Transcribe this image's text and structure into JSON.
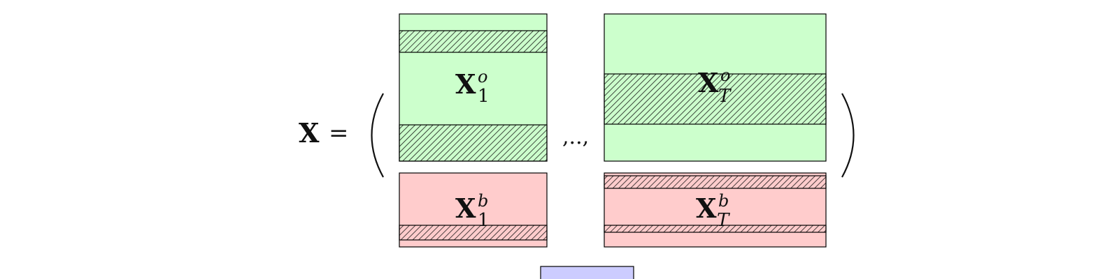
{
  "equation": {
    "lhs": "X",
    "equals": "=",
    "separator": ",..,",
    "blocks": [
      {
        "base": "X",
        "subscript": "1",
        "superscript": "o"
      },
      {
        "base": "X",
        "subscript": "T",
        "superscript": "o"
      },
      {
        "base": "X",
        "subscript": "1",
        "superscript": "b"
      },
      {
        "base": "X",
        "subscript": "T",
        "superscript": "b"
      }
    ]
  },
  "colors": {
    "observed_fill": "#ccffcc",
    "background_fill": "#ffcccc",
    "hatch": "#1a1a1a",
    "border": "#000000",
    "partial_box_fill": "#ccccff"
  }
}
